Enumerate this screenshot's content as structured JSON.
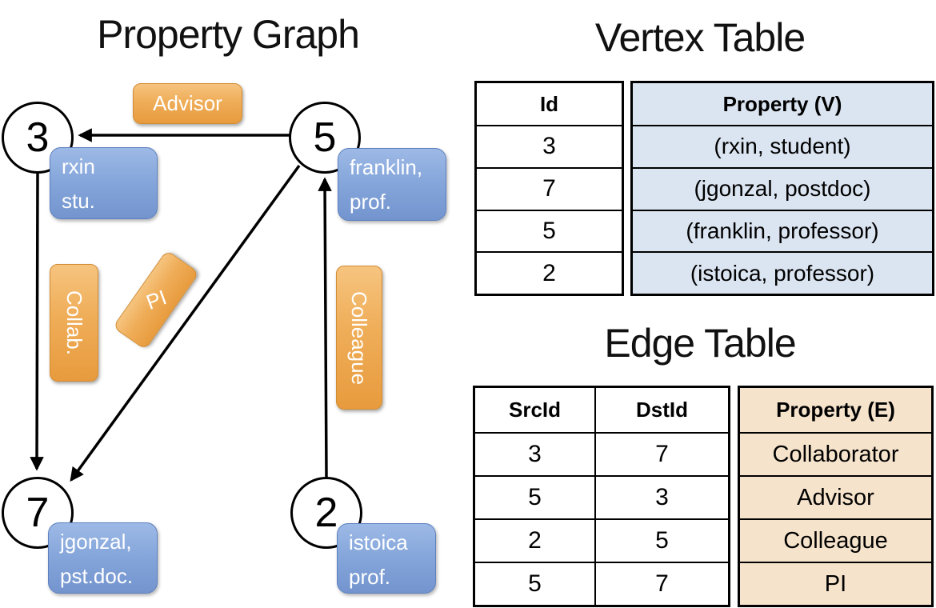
{
  "graph": {
    "title": "Property Graph",
    "nodes": [
      {
        "id": "3"
      },
      {
        "id": "5"
      },
      {
        "id": "7"
      },
      {
        "id": "2"
      }
    ],
    "labels": {
      "advisor": "Advisor",
      "collab": "Collab.",
      "pi": "PI",
      "colleague": "Colleague"
    },
    "edges": [
      {
        "from": "5",
        "to": "3",
        "label": "Advisor"
      },
      {
        "from": "3",
        "to": "7",
        "label": "Collab."
      },
      {
        "from": "5",
        "to": "7",
        "label": "PI"
      },
      {
        "from": "2",
        "to": "5",
        "label": "Colleague"
      }
    ],
    "boxes": [
      {
        "line1": "rxin",
        "line2": "stu."
      },
      {
        "line1": "franklin,",
        "line2": "prof."
      },
      {
        "line1": "jgonzal,",
        "line2": "pst.doc."
      },
      {
        "line1": "istoica",
        "line2": "prof."
      }
    ]
  },
  "vertex_table": {
    "title": "Vertex Table",
    "headers": {
      "id": "Id",
      "property": "Property (V)"
    },
    "rows": [
      [
        "3",
        "(rxin, student)"
      ],
      [
        "7",
        "(jgonzal, postdoc)"
      ],
      [
        "5",
        "(franklin, professor)"
      ],
      [
        "2",
        "(istoica, professor)"
      ]
    ]
  },
  "edge_table": {
    "title": "Edge Table",
    "headers": {
      "src": "SrcId",
      "dst": "DstId",
      "property": "Property (E)"
    },
    "rows": [
      [
        "3",
        "7",
        "Collaborator"
      ],
      [
        "5",
        "3",
        "Advisor"
      ],
      [
        "2",
        "5",
        "Colleague"
      ],
      [
        "5",
        "7",
        "PI"
      ]
    ]
  },
  "colors": {
    "edge_label_orange": "#efad58",
    "vertex_box_blue": "#84a5da",
    "vertex_table_fill": "#dbe5f1",
    "edge_table_fill": "#f6e3cb",
    "line_black": "#000000"
  }
}
